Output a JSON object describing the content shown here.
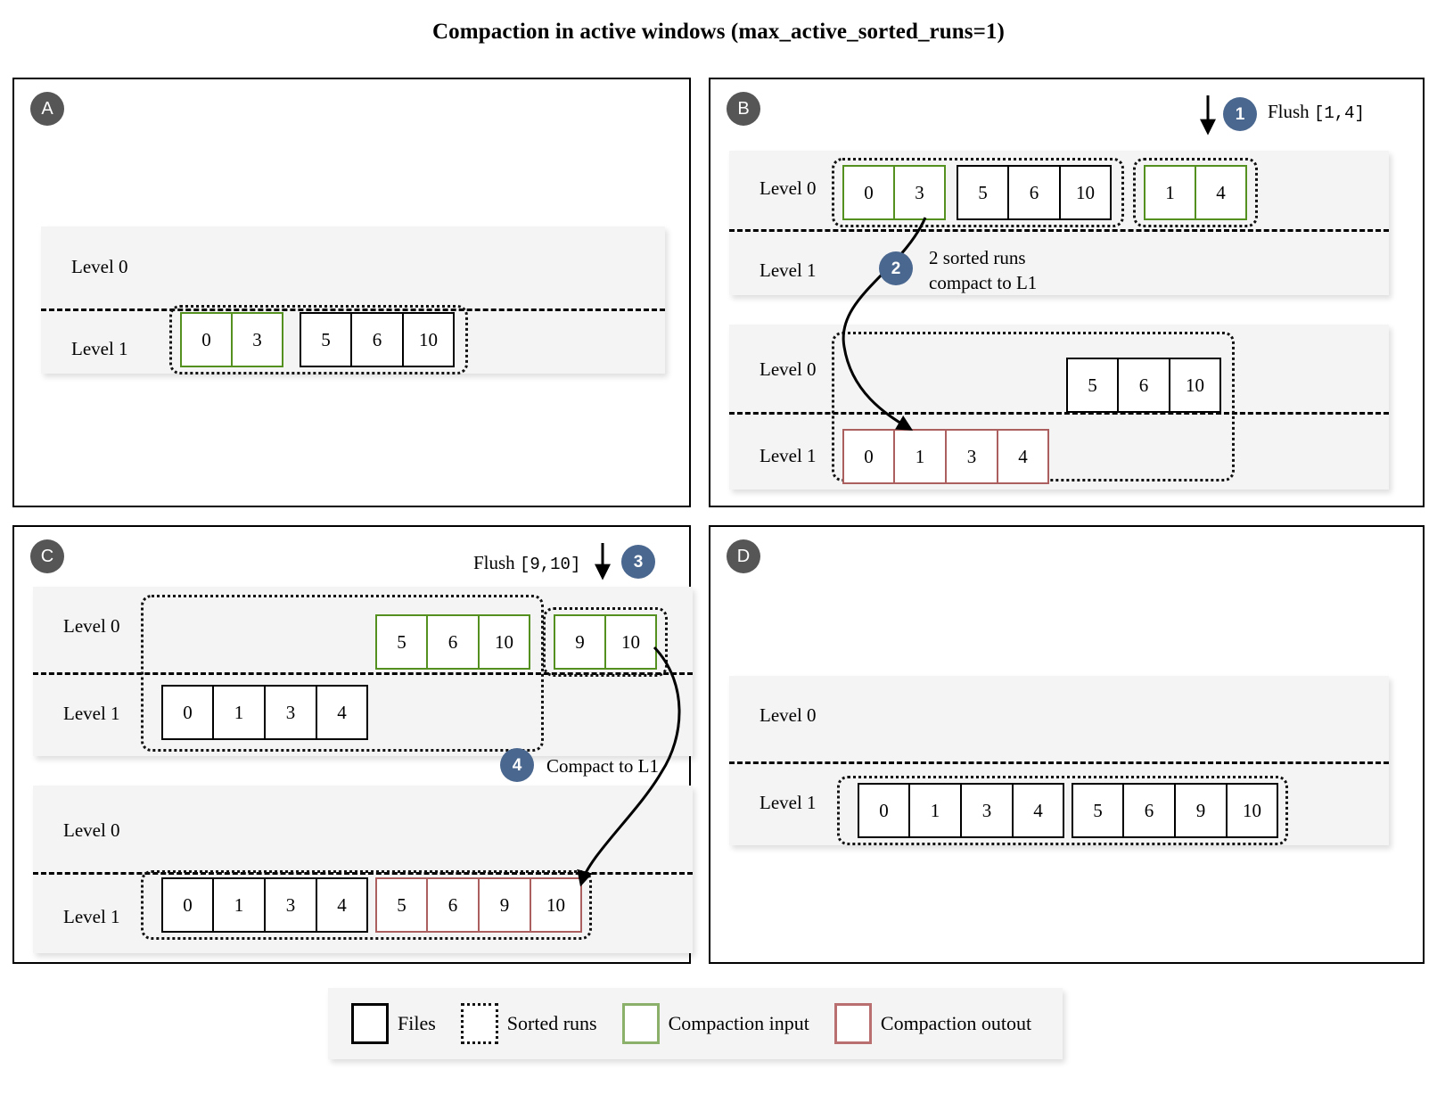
{
  "title": "Compaction in active windows (max_active_sorted_runs=1)",
  "colors": {
    "compaction_input": "#53901f",
    "compaction_output": "#ab5f5f",
    "files": "#000000",
    "step_badge": "#4a678f",
    "panel_badge": "#565656",
    "band_background": "#f4f4f4"
  },
  "level_labels": {
    "l0": "Level 0",
    "l1": "Level 1"
  },
  "panels": [
    {
      "id": "A",
      "badge": "A",
      "states": [
        {
          "level0": [
            {
              "kind": "green",
              "files": [
                "0",
                "3"
              ]
            },
            {
              "kind": "black",
              "files": [
                "5",
                "6",
                "10"
              ]
            }
          ],
          "level1": []
        }
      ]
    },
    {
      "id": "B",
      "badge": "B",
      "annotations": [
        {
          "step": "1",
          "label": "Flush",
          "range": "[1,4]"
        },
        {
          "step": "2",
          "line1": "2 sorted runs",
          "line2": "compact to L1"
        }
      ],
      "states": [
        {
          "level0": [
            {
              "kind": "green",
              "files": [
                "0",
                "3"
              ]
            },
            {
              "kind": "black",
              "files": [
                "5",
                "6",
                "10"
              ]
            },
            {
              "kind": "green",
              "files": [
                "1",
                "4"
              ]
            }
          ],
          "level1": []
        },
        {
          "level0": [
            {
              "kind": "black",
              "files": [
                "5",
                "6",
                "10"
              ]
            }
          ],
          "level1": [
            {
              "kind": "red",
              "files": [
                "0",
                "1",
                "3",
                "4"
              ]
            }
          ]
        }
      ]
    },
    {
      "id": "C",
      "badge": "C",
      "annotations": [
        {
          "step": "3",
          "label": "Flush",
          "range": "[9,10]"
        },
        {
          "step": "4",
          "label": "Compact to L1"
        }
      ],
      "states": [
        {
          "level0": [
            {
              "kind": "green",
              "files": [
                "5",
                "6",
                "10"
              ]
            },
            {
              "kind": "green",
              "files": [
                "9",
                "10"
              ]
            }
          ],
          "level1": [
            {
              "kind": "black",
              "files": [
                "0",
                "1",
                "3",
                "4"
              ]
            }
          ]
        },
        {
          "level0": [],
          "level1": [
            {
              "kind": "black",
              "files": [
                "0",
                "1",
                "3",
                "4"
              ]
            },
            {
              "kind": "red",
              "files": [
                "5",
                "6",
                "9",
                "10"
              ]
            }
          ]
        }
      ]
    },
    {
      "id": "D",
      "badge": "D",
      "states": [
        {
          "level0": [],
          "level1": [
            {
              "kind": "black",
              "files": [
                "0",
                "1",
                "3",
                "4"
              ]
            },
            {
              "kind": "black",
              "files": [
                "5",
                "6",
                "9",
                "10"
              ]
            }
          ]
        }
      ]
    }
  ],
  "legend": [
    {
      "swatch": "files",
      "label": "Files"
    },
    {
      "swatch": "sorted",
      "label": "Sorted runs"
    },
    {
      "swatch": "cin",
      "label": "Compaction input"
    },
    {
      "swatch": "cout",
      "label": "Compaction outout"
    }
  ],
  "panelA": {
    "l0": "Level 0",
    "l1": "Level 1",
    "run1": [
      "0",
      "3"
    ],
    "run2": [
      "5",
      "6",
      "10"
    ]
  },
  "panelB": {
    "l0a": "Level 0",
    "l1a": "Level 1",
    "l0b": "Level 0",
    "l1b": "Level 1",
    "run1": [
      "0",
      "3"
    ],
    "run2": [
      "5",
      "6",
      "10"
    ],
    "run3": [
      "1",
      "4"
    ],
    "run4": [
      "5",
      "6",
      "10"
    ],
    "run5": [
      "0",
      "1",
      "3",
      "4"
    ],
    "step1": "1",
    "flush_label": "Flush",
    "flush_range": "[1,4]",
    "step2": "2",
    "note2_l1": "2 sorted runs",
    "note2_l2": "compact to L1"
  },
  "panelC": {
    "l0a": "Level 0",
    "l1a": "Level 1",
    "l0b": "Level 0",
    "l1b": "Level 1",
    "run1": [
      "5",
      "6",
      "10"
    ],
    "run2": [
      "9",
      "10"
    ],
    "run3": [
      "0",
      "1",
      "3",
      "4"
    ],
    "run4": [
      "0",
      "1",
      "3",
      "4"
    ],
    "run5": [
      "5",
      "6",
      "9",
      "10"
    ],
    "step3": "3",
    "flush_label": "Flush",
    "flush_range": "[9,10]",
    "step4": "4",
    "note4": "Compact to L1"
  },
  "panelD": {
    "l0": "Level 0",
    "l1": "Level 1",
    "run1": [
      "0",
      "1",
      "3",
      "4"
    ],
    "run2": [
      "5",
      "6",
      "9",
      "10"
    ]
  }
}
